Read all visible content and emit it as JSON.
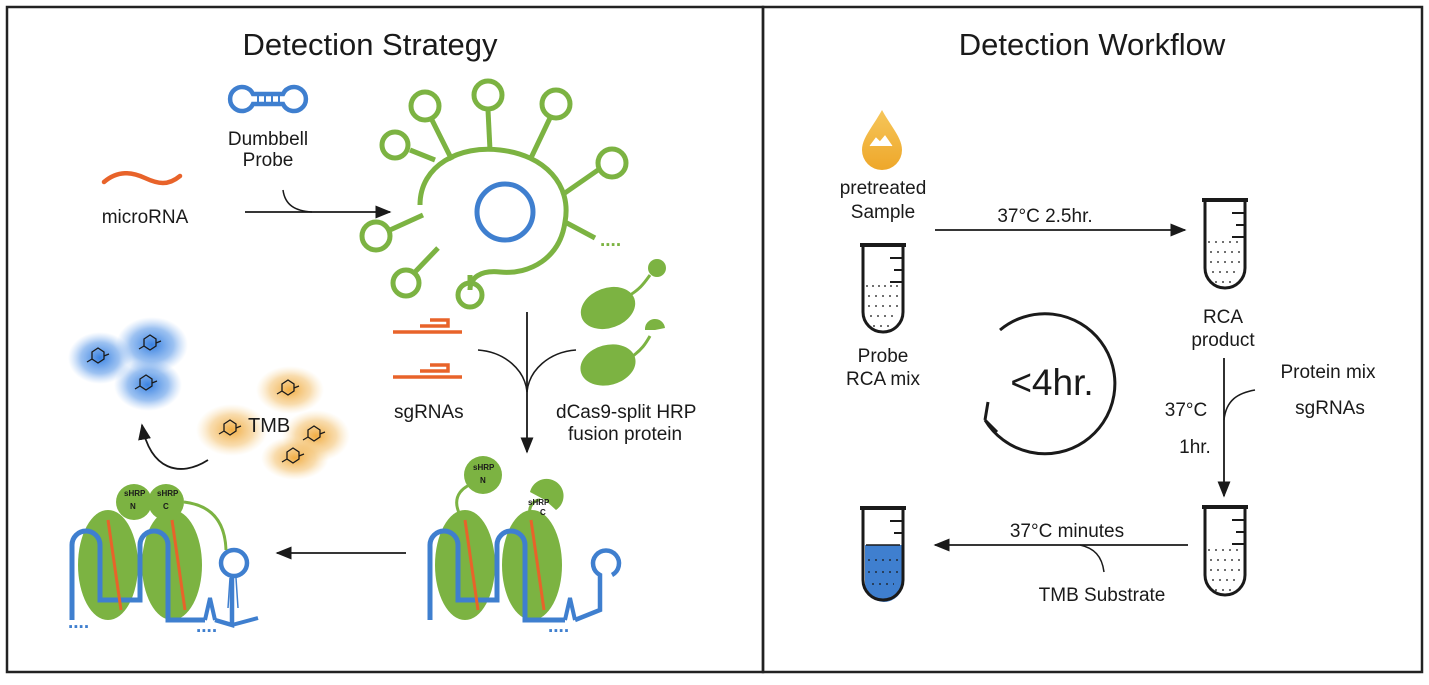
{
  "strategy": {
    "title": "Detection Strategy",
    "microrna": "microRNA",
    "probe_line1": "Dumbbell",
    "probe_line2": "Probe",
    "sgrnas": "sgRNAs",
    "fusion_line1": "dCas9-split HRP",
    "fusion_line2": "fusion protein",
    "tmb": "TMB",
    "shrp_n": "sHRP",
    "n": "N",
    "shrp_c": "sHRP",
    "c": "C",
    "ellipsis": "...."
  },
  "workflow": {
    "title": "Detection Workflow",
    "sample_line1": "pretreated",
    "sample_line2": "Sample",
    "probe_mix_line1": "Probe",
    "probe_mix_line2": "RCA mix",
    "step1": "37°C 2.5hr.",
    "rca_line1": "RCA",
    "rca_line2": "product",
    "protein_line1": "Protein mix",
    "protein_line2": "sgRNAs",
    "temp2": "37°C",
    "time2": "1hr.",
    "step3": "37°C minutes",
    "substrate": "TMB Substrate",
    "total": "<4hr."
  },
  "colors": {
    "green": "#7cb342",
    "blue": "#3f7fcf",
    "orange": "#e8632a",
    "tmb_glow": "#f0b44a",
    "blue_glow": "#2f7be0",
    "droplet": "#f2b33c"
  }
}
